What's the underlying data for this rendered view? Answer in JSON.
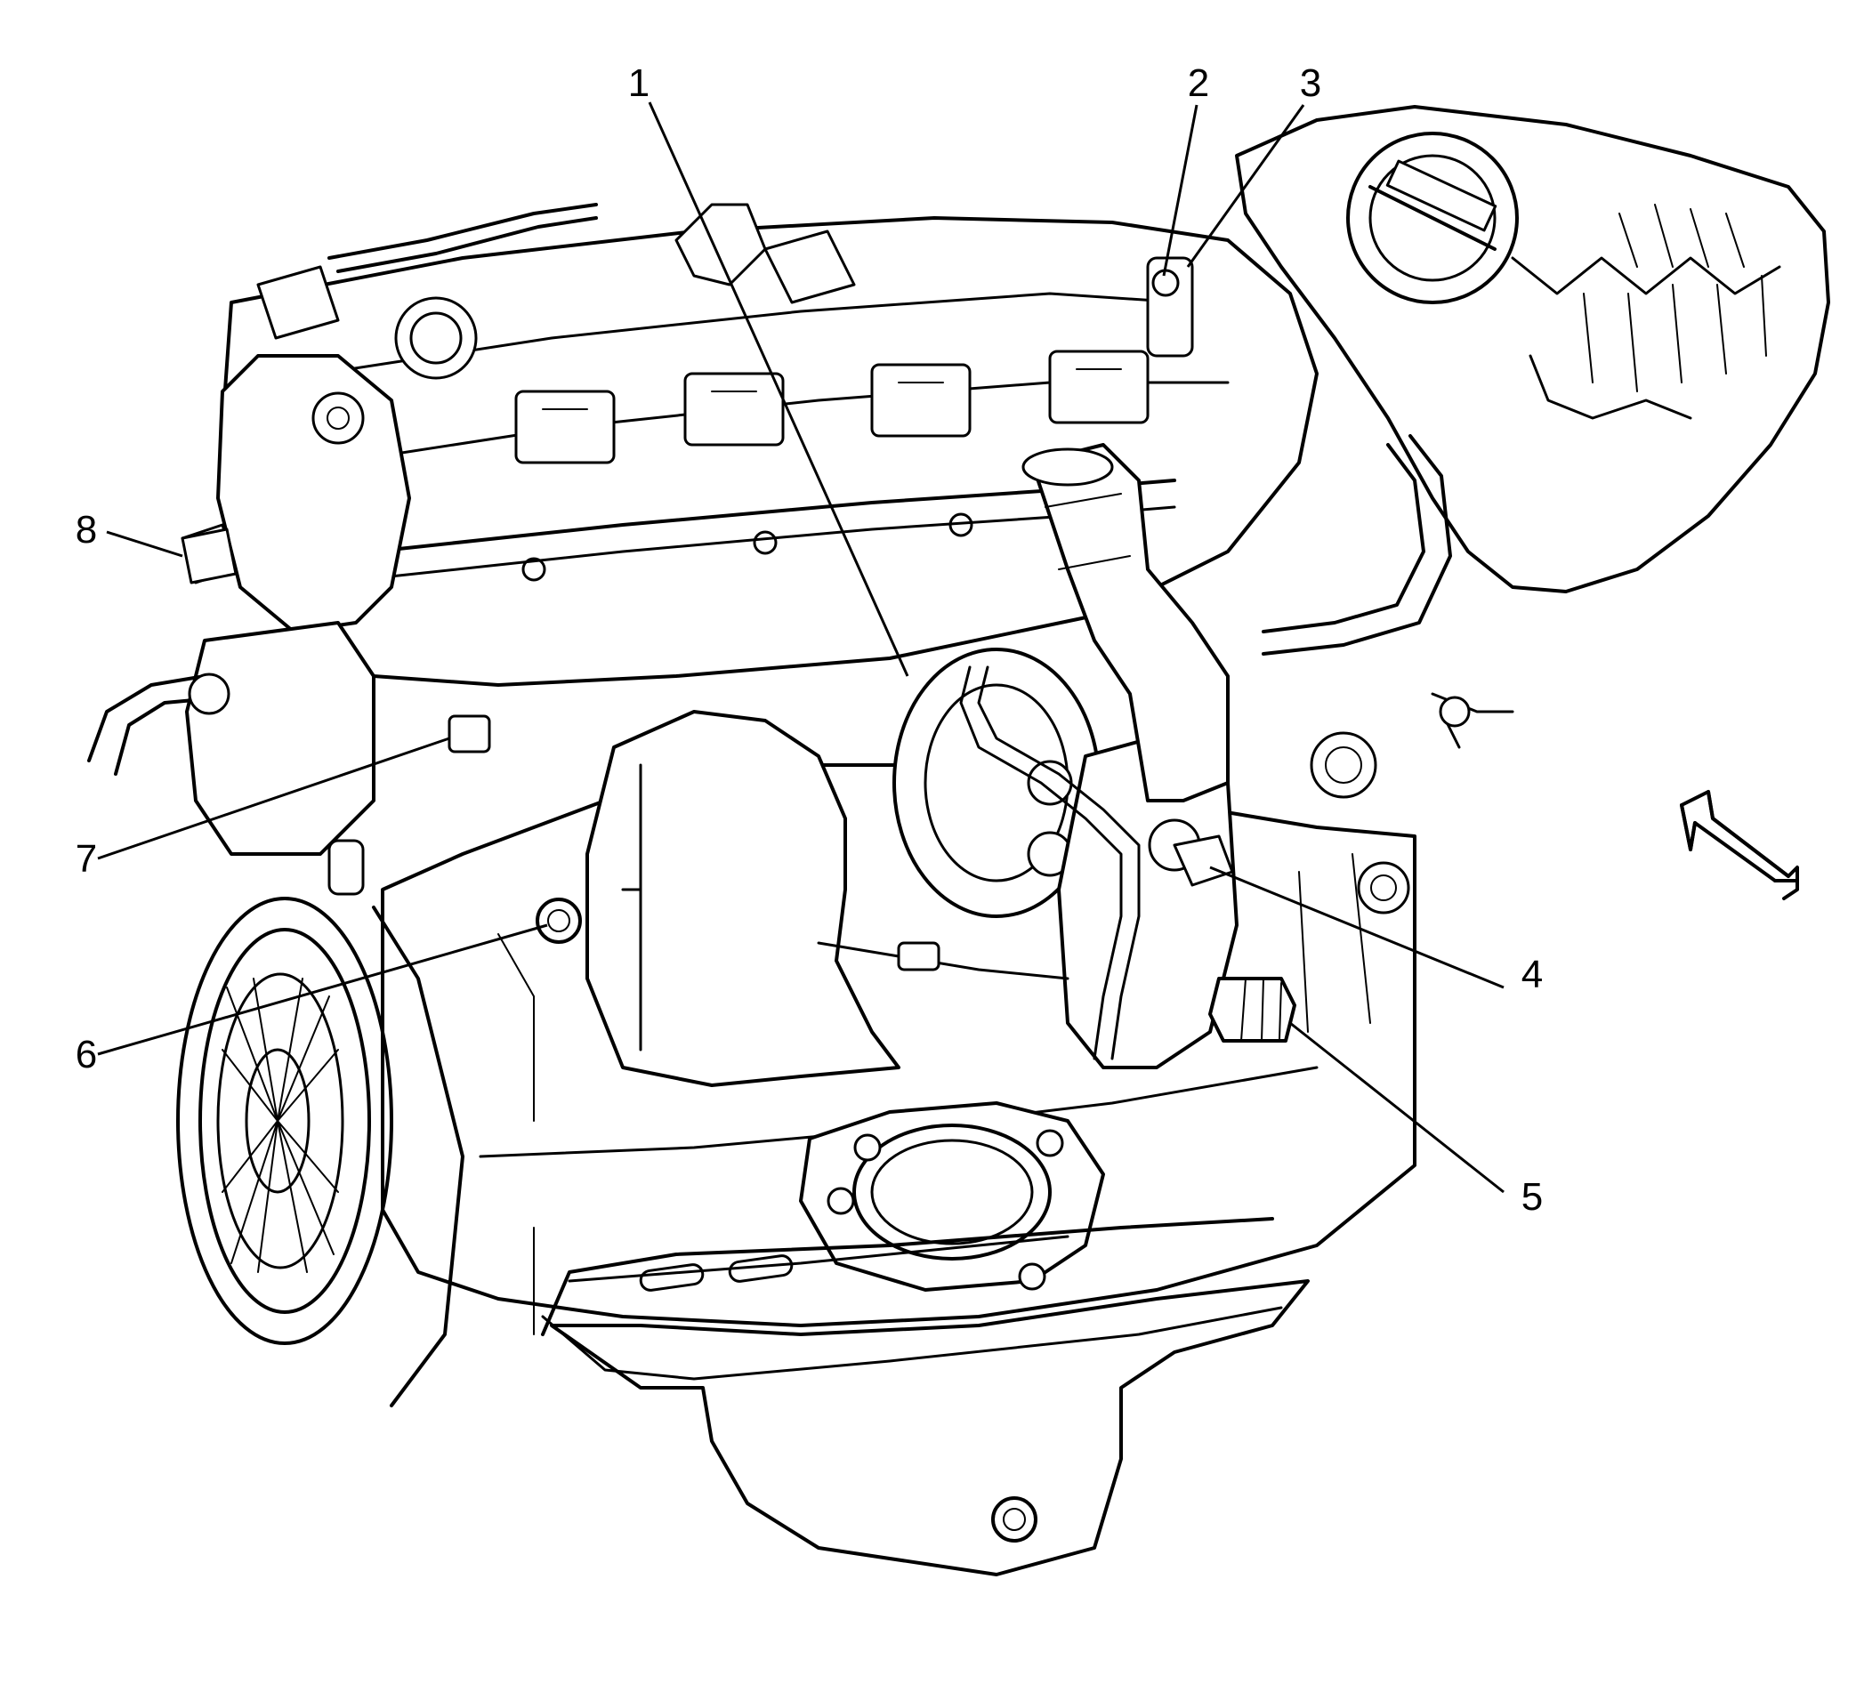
{
  "callouts": [
    {
      "id": "1",
      "label": "1"
    },
    {
      "id": "2",
      "label": "2"
    },
    {
      "id": "3",
      "label": "3"
    },
    {
      "id": "4",
      "label": "4"
    },
    {
      "id": "5",
      "label": "5"
    },
    {
      "id": "6",
      "label": "6"
    },
    {
      "id": "7",
      "label": "7"
    },
    {
      "id": "8",
      "label": "8"
    }
  ],
  "colors": {
    "ink": "#000000",
    "background": "#ffffff"
  },
  "icons": {
    "view_direction": "view-direction-arrow-icon"
  }
}
